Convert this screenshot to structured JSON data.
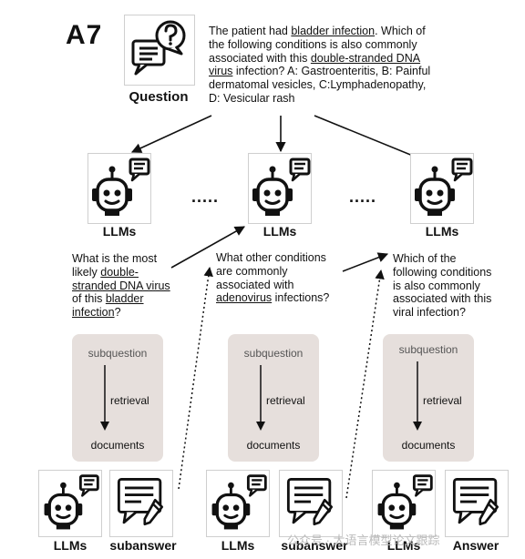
{
  "panel_id": "A7",
  "question": {
    "label": "Question",
    "icon": "question-chat-icon",
    "text_lines": [
      [
        {
          "t": "The patient had "
        },
        {
          "t": "bladder infection",
          "u": true
        },
        {
          "t": ". Which of"
        }
      ],
      [
        {
          "t": "the following conditions is also commonly"
        }
      ],
      [
        {
          "t": "associated with this "
        },
        {
          "t": "double-stranded DNA",
          "u": true
        }
      ],
      [
        {
          "t": "virus",
          "u": true
        },
        {
          "t": " infection? A: Gastroenteritis, B: Painful"
        }
      ],
      [
        {
          "t": "dermatomal vesicles, C:Lymphadenopathy,"
        }
      ],
      [
        {
          "t": "D: Vesicular rash"
        }
      ]
    ]
  },
  "llm_nodes": [
    {
      "label": "LLMs",
      "icon": "robot-chat-icon"
    },
    {
      "label": "LLMs",
      "icon": "robot-chat-icon"
    },
    {
      "label": "LLMs",
      "icon": "robot-chat-icon"
    }
  ],
  "ellipsis": ".....",
  "subquestions": [
    [
      [
        {
          "t": "What is the most"
        }
      ],
      [
        {
          "t": "likely "
        },
        {
          "t": "double-",
          "u": true
        }
      ],
      [
        {
          "t": "stranded DNA virus",
          "u": true
        }
      ],
      [
        {
          "t": "of this "
        },
        {
          "t": "bladder",
          "u": true
        }
      ],
      [
        {
          "t": "infection",
          "u": true
        },
        {
          "t": "?"
        }
      ]
    ],
    [
      [
        {
          "t": "What other conditions"
        }
      ],
      [
        {
          "t": "are commonly"
        }
      ],
      [
        {
          "t": "associated with"
        }
      ],
      [
        {
          "t": "adenovirus",
          "u": true
        },
        {
          "t": " infections?"
        }
      ]
    ],
    [
      [
        {
          "t": "Which of the"
        }
      ],
      [
        {
          "t": "following conditions"
        }
      ],
      [
        {
          "t": "is also commonly"
        }
      ],
      [
        {
          "t": "associated with this"
        }
      ],
      [
        {
          "t": "viral infection?"
        }
      ]
    ]
  ],
  "retrieval_panels": [
    {
      "top": "subquestion",
      "middle": "retrieval",
      "bottom": "documents"
    },
    {
      "top": "subquestion",
      "middle": "retrieval",
      "bottom": "documents"
    },
    {
      "top": "subquestion",
      "middle": "retrieval",
      "bottom": "documents"
    }
  ],
  "bottom_nodes": [
    {
      "label": "LLMs",
      "icon": "robot-chat-icon"
    },
    {
      "label": "subanswer",
      "icon": "document-pencil-icon"
    },
    {
      "label": "LLMs",
      "icon": "robot-chat-icon"
    },
    {
      "label": "subanswer",
      "icon": "document-pencil-icon"
    },
    {
      "label": "LLMs",
      "icon": "robot-chat-icon"
    },
    {
      "label": "Answer",
      "icon": "document-pencil-icon"
    }
  ],
  "watermark": "公众号 · 大语言模型论文跟踪"
}
